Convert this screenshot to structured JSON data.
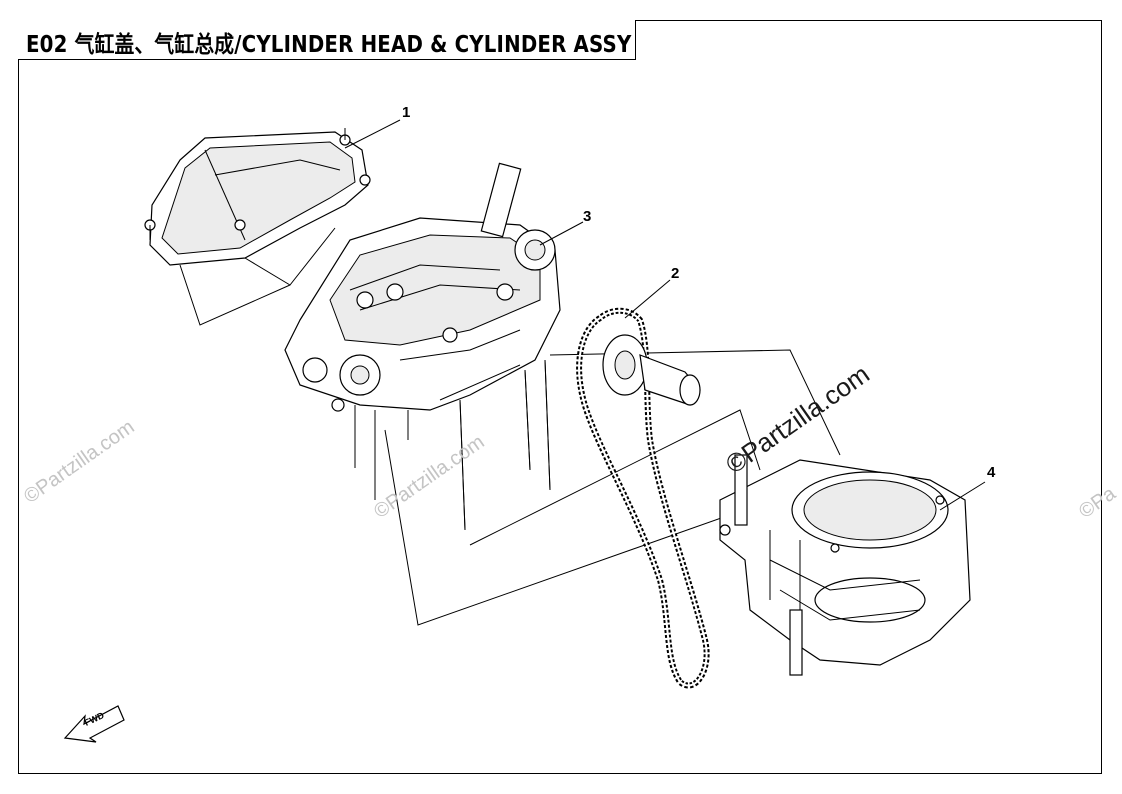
{
  "title": "E02 气缸盖、气缸总成/CYLINDER HEAD & CYLINDER ASSY",
  "callouts": {
    "c1": "1",
    "c2": "2",
    "c3": "3",
    "c4": "4"
  },
  "fwd_label": "FWD",
  "watermarks": {
    "main": "©Partzilla.com",
    "side": "©Partzilla.com",
    "corner": "©Pa"
  },
  "icons": {
    "fwd_arrow": "left-down-arrow-icon"
  }
}
